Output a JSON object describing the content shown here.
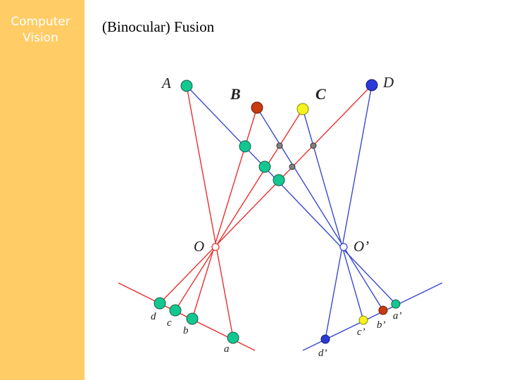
{
  "sidebar": {
    "title_line1": "Computer",
    "title_line2": "Vision"
  },
  "slide": {
    "title": "(Binocular) Fusion"
  },
  "diagram": {
    "points": {
      "A": "A",
      "B": "B",
      "C": "C",
      "D": "D",
      "O": "O",
      "O_prime": "O’",
      "a": "a",
      "b": "b",
      "c": "c",
      "d": "d",
      "a_prime": "a’",
      "b_prime": "b’",
      "c_prime": "c’",
      "d_prime": "d’"
    },
    "colors": {
      "left_rays": "#e83030",
      "right_rays": "#3a4ad0",
      "point_A": "#12c890",
      "point_B": "#c83a10",
      "point_C": "#f4f41c",
      "point_D": "#2a3ad8",
      "fused_true": "#12c890",
      "fused_false": "#808080"
    }
  }
}
